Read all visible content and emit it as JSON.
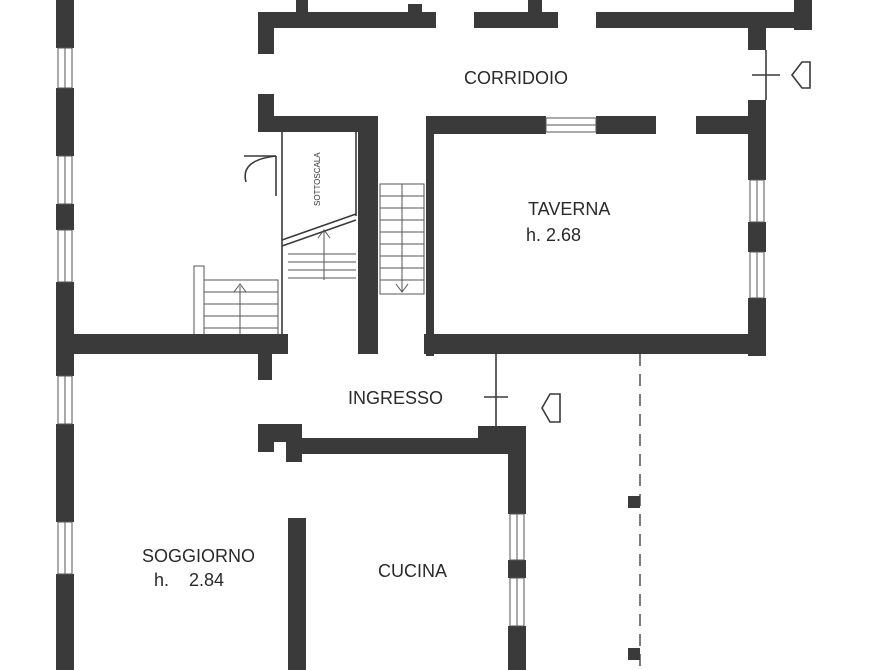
{
  "rooms": {
    "corridoio": "CORRIDOIO",
    "taverna": "TAVERNA",
    "taverna_height": "h. 2.68",
    "ingresso": "INGRESSO",
    "soggiorno": "SOGGIORNO",
    "soggiorno_height": "h.    2.84",
    "cucina": "CUCINA"
  },
  "stair_label": "SOTTOSCALA",
  "icons": {
    "entry_corridoio": "entrance-arrow-icon",
    "entry_ingresso": "entrance-arrow-icon"
  }
}
